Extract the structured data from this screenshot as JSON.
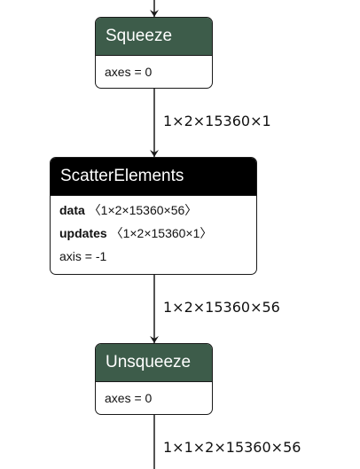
{
  "colors": {
    "op_header": "#3d5c4a",
    "scatter_header": "#000000",
    "edge": "#1a1a1a"
  },
  "nodes": {
    "squeeze": {
      "title": "Squeeze",
      "attr": "axes = 0"
    },
    "scatter": {
      "title": "ScatterElements",
      "inputs": [
        {
          "name": "data",
          "shape": "〈1×2×15360×56〉"
        },
        {
          "name": "updates",
          "shape": "〈1×2×15360×1〉"
        }
      ],
      "attr": "axis = -1"
    },
    "unsqueeze": {
      "title": "Unsqueeze",
      "attr": "axes = 0"
    }
  },
  "edges": {
    "squeeze_to_scatter": "1×2×15360×1",
    "scatter_to_unsqueeze": "1×2×15360×56",
    "unsqueeze_out": "1×1×2×15360×56"
  }
}
